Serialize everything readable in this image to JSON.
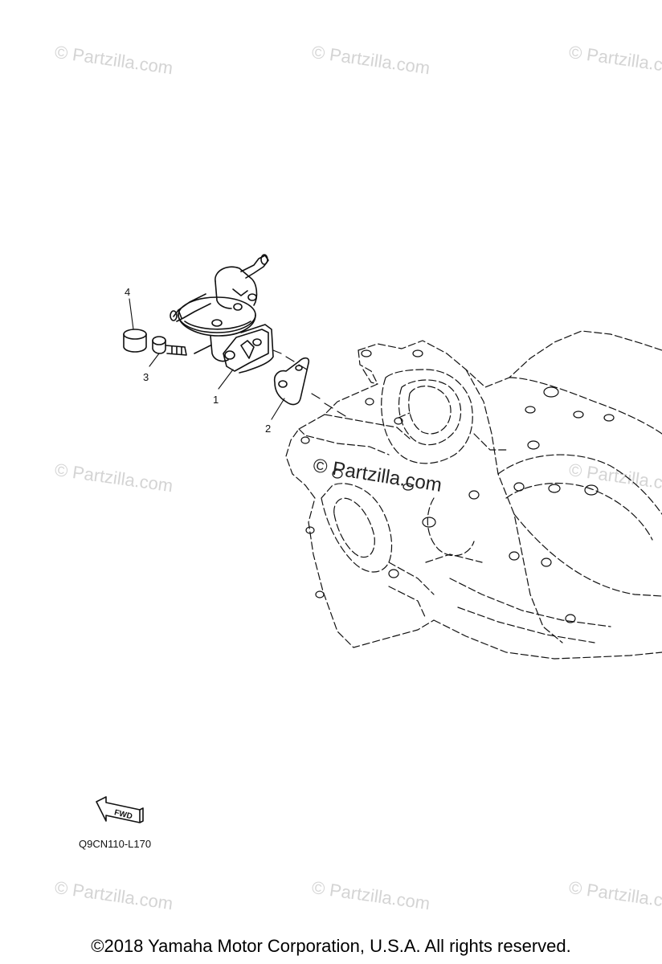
{
  "diagram": {
    "callouts": [
      "4",
      "3",
      "1",
      "2"
    ],
    "code": "Q9CN110-L170",
    "fwd_label": "FWD",
    "copyright": "©2018  Yamaha Motor Corporation, U.S.A. All rights reserved."
  },
  "watermark": {
    "text": "© Partzilla.com",
    "center_text": "© Partzilla.com"
  },
  "colors": {
    "line": "#111111",
    "watermark": "#d4d4d4"
  }
}
